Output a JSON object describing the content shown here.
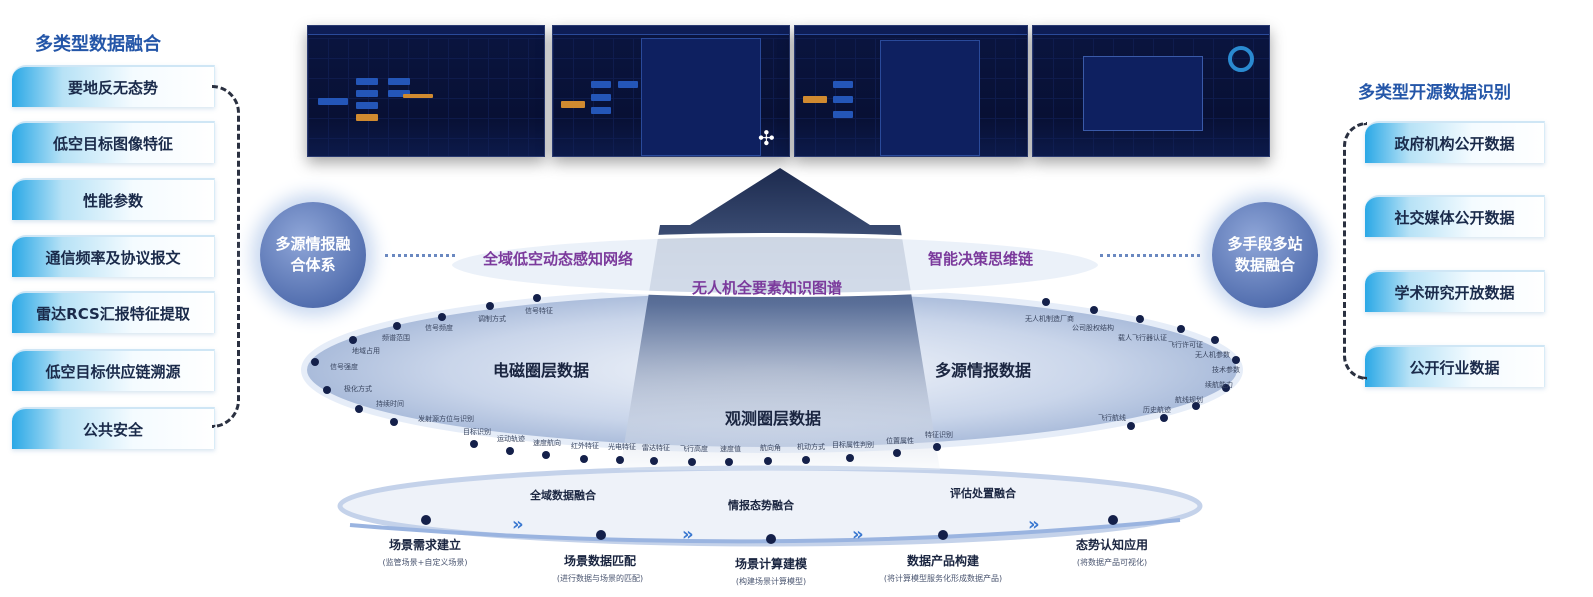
{
  "left": {
    "title": "多类型数据融合",
    "items": [
      "要地反无态势",
      "低空目标图像特征",
      "性能参数",
      "通信频率及协议报文",
      "雷达RCS汇报特征提取",
      "低空目标供应链溯源",
      "公共安全"
    ],
    "hub": "多源情报融合体系"
  },
  "right": {
    "title": "多类型开源数据识别",
    "items": [
      "政府机构公开数据",
      "社交媒体公开数据",
      "学术研究开放数据",
      "公开行业数据"
    ],
    "hub": "多手段多站数据融合"
  },
  "top_ring": {
    "left": "全域低空动态感知网络",
    "right": "智能决策思维链",
    "center": "无人机全要素知识图谱"
  },
  "layers": {
    "electromagnetic": "电磁圈层数据",
    "multisource": "多源情报数据",
    "observation": "观测圈层数据"
  },
  "em_nodes": [
    "信号特征",
    "调制方式",
    "信号频度",
    "频谱范围",
    "地域占用",
    "信号强度",
    "极化方式",
    "持续时间",
    "发射源方位与识别"
  ],
  "ms_nodes": [
    "无人机制造厂商",
    "公司股权结构",
    "载人飞行器认证",
    "飞行许可证",
    "无人机参数",
    "技术参数",
    "续航能力",
    "航线规划",
    "历史航迹",
    "飞行航线"
  ],
  "obs_nodes": [
    "目标识别",
    "运动轨迹",
    "速度航向",
    "红外特征",
    "光电特征",
    "雷达特征",
    "飞行高度",
    "速度值",
    "航向角",
    "机动方式",
    "目标属性判别",
    "位置属性",
    "特征识别"
  ],
  "fusion": [
    "全域数据融合",
    "情报态势融合",
    "评估处置融合"
  ],
  "steps": [
    {
      "name": "场景需求建立",
      "sub": "(监管场景+自定义场景)"
    },
    {
      "name": "场景数据匹配",
      "sub": "(进行数据与场景的匹配)"
    },
    {
      "name": "场景计算建模",
      "sub": "(构建场景计算模型)"
    },
    {
      "name": "数据产品构建",
      "sub": "(将计算模型服务化形成数据产品)"
    },
    {
      "name": "态势认知应用",
      "sub": "(将数据产品可视化)"
    }
  ],
  "colors": {
    "accent": "#2456a8",
    "purple": "#7b3a9c",
    "dark": "#14204a"
  }
}
